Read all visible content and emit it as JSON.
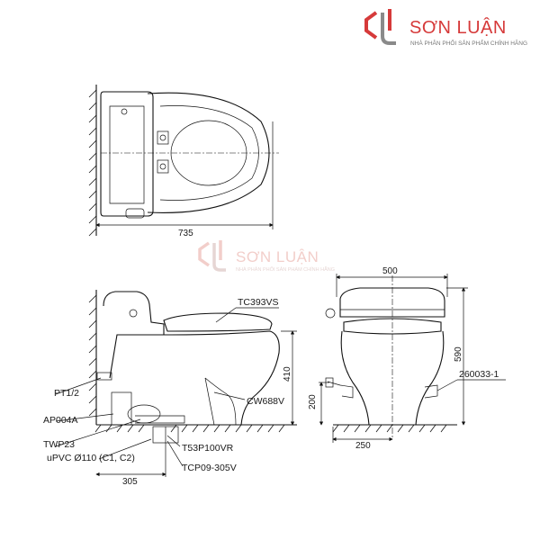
{
  "brand": {
    "name": "SƠN LUẬN",
    "tagline": "NHÀ PHÂN PHỐI SẢN PHẨM CHÍNH HÃNG",
    "accent_color": "#d63a3a",
    "secondary_color": "#8a8a8a"
  },
  "watermark": {
    "name": "SƠN LUẬN",
    "tagline": "NHÀ PHÂN PHỐI SẢN PHẨM CHÍNH HÃNG"
  },
  "top_view": {
    "width_dim": "735"
  },
  "side_view": {
    "labels": {
      "seat": "TC393VS",
      "bowl": "CW688V",
      "pt": "PT1/2",
      "ap": "AP004A",
      "twp": "TWP23",
      "upvc": "uPVC Ø110 (C1, C2)",
      "t53p": "T53P100VR",
      "tcp": "TCP09-305V"
    },
    "dims": {
      "height": "410",
      "rough_in": "305"
    }
  },
  "front_view": {
    "labels": {
      "valve": "260033-1"
    },
    "dims": {
      "width": "500",
      "height": "590",
      "supply_height": "200",
      "supply_offset": "250"
    }
  }
}
